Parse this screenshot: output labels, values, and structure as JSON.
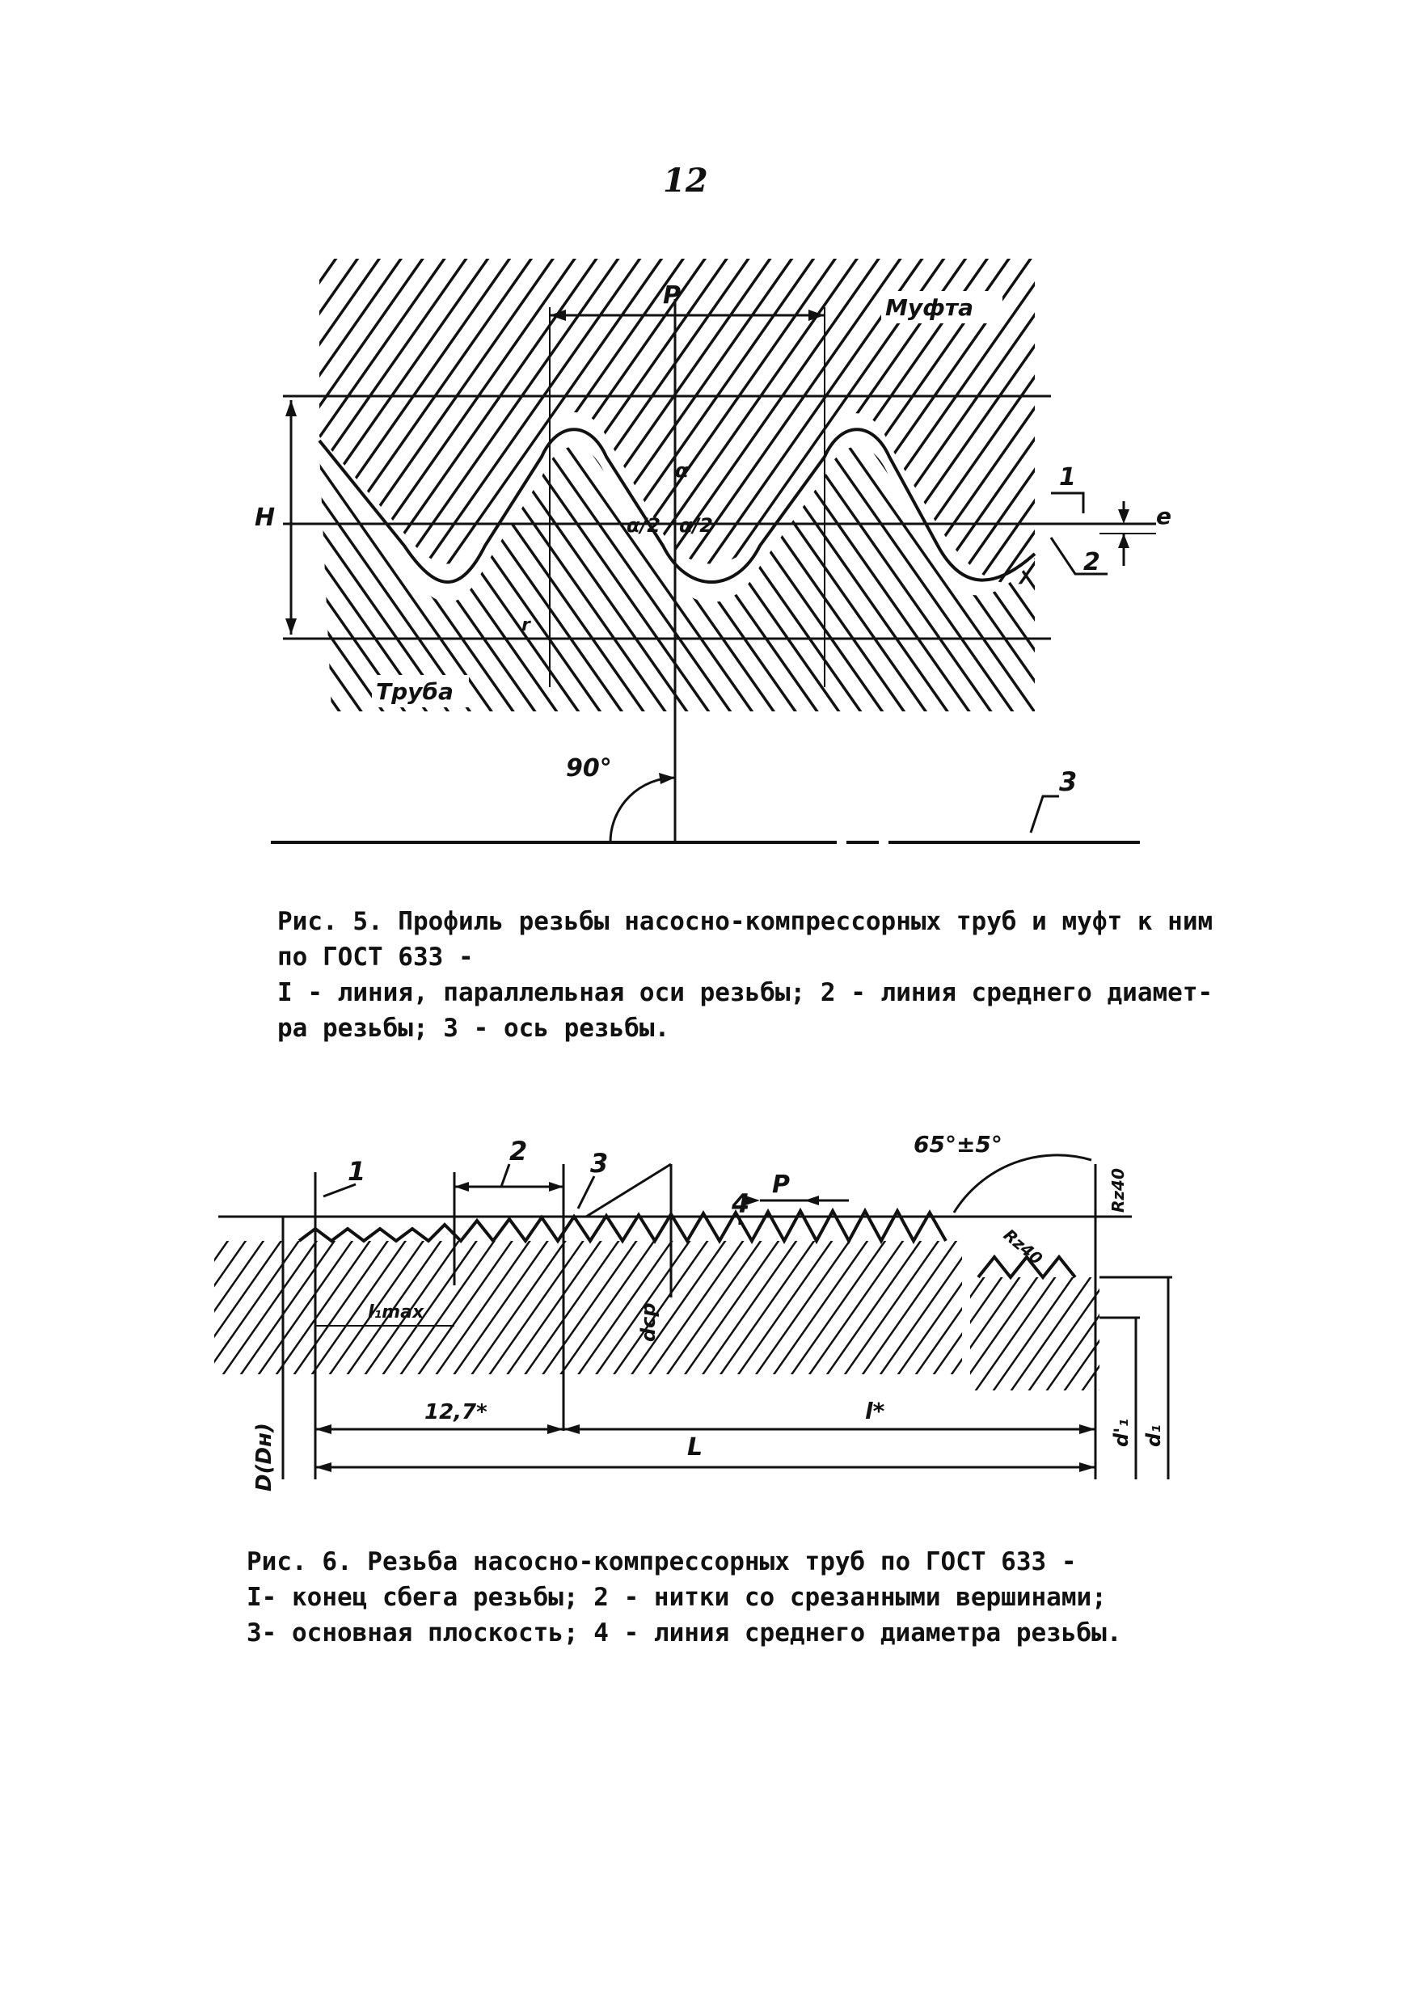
{
  "page_number": "12",
  "figure5": {
    "labels": {
      "coupling": "Муфта",
      "pipe": "Труба",
      "pitch": "P",
      "height": "H",
      "angle": "90°",
      "gap": "e",
      "callout_1": "1",
      "callout_2": "2",
      "callout_3": "3",
      "r": "r",
      "half_angle_left": "α/2",
      "half_angle_right": "α/2",
      "angle_alpha": "α"
    },
    "caption": [
      "Рис. 5. Профиль резьбы насосно-компрессорных труб и муфт к ним",
      "по ГОСТ 633 -",
      "I - линия, параллельная оси резьбы; 2 - линия среднего диамет-",
      "ра резьбы; 3 - ось резьбы."
    ]
  },
  "figure6": {
    "labels": {
      "callout_1": "1",
      "callout_2": "2",
      "callout_3": "3",
      "callout_4": "4",
      "pitch": "P",
      "taper_angle": "65°±5°",
      "roughness_a": "Rz40",
      "roughness_b": "Rz40",
      "l1_max": "l₁max",
      "d_cp": "dср",
      "dim_127": "12,7*",
      "dim_l_star": "l*",
      "dim_L": "L",
      "d_dn": "D(Dн)",
      "d1_prime": "d'₁",
      "d1": "d₁"
    },
    "caption": [
      "Рис. 6. Резьба насосно-компрессорных труб по ГОСТ 633 -",
      "I- конец сбега резьбы; 2 - нитки со срезанными вершинами;",
      "3- основная плоскость; 4 - линия среднего диаметра резьбы."
    ]
  }
}
